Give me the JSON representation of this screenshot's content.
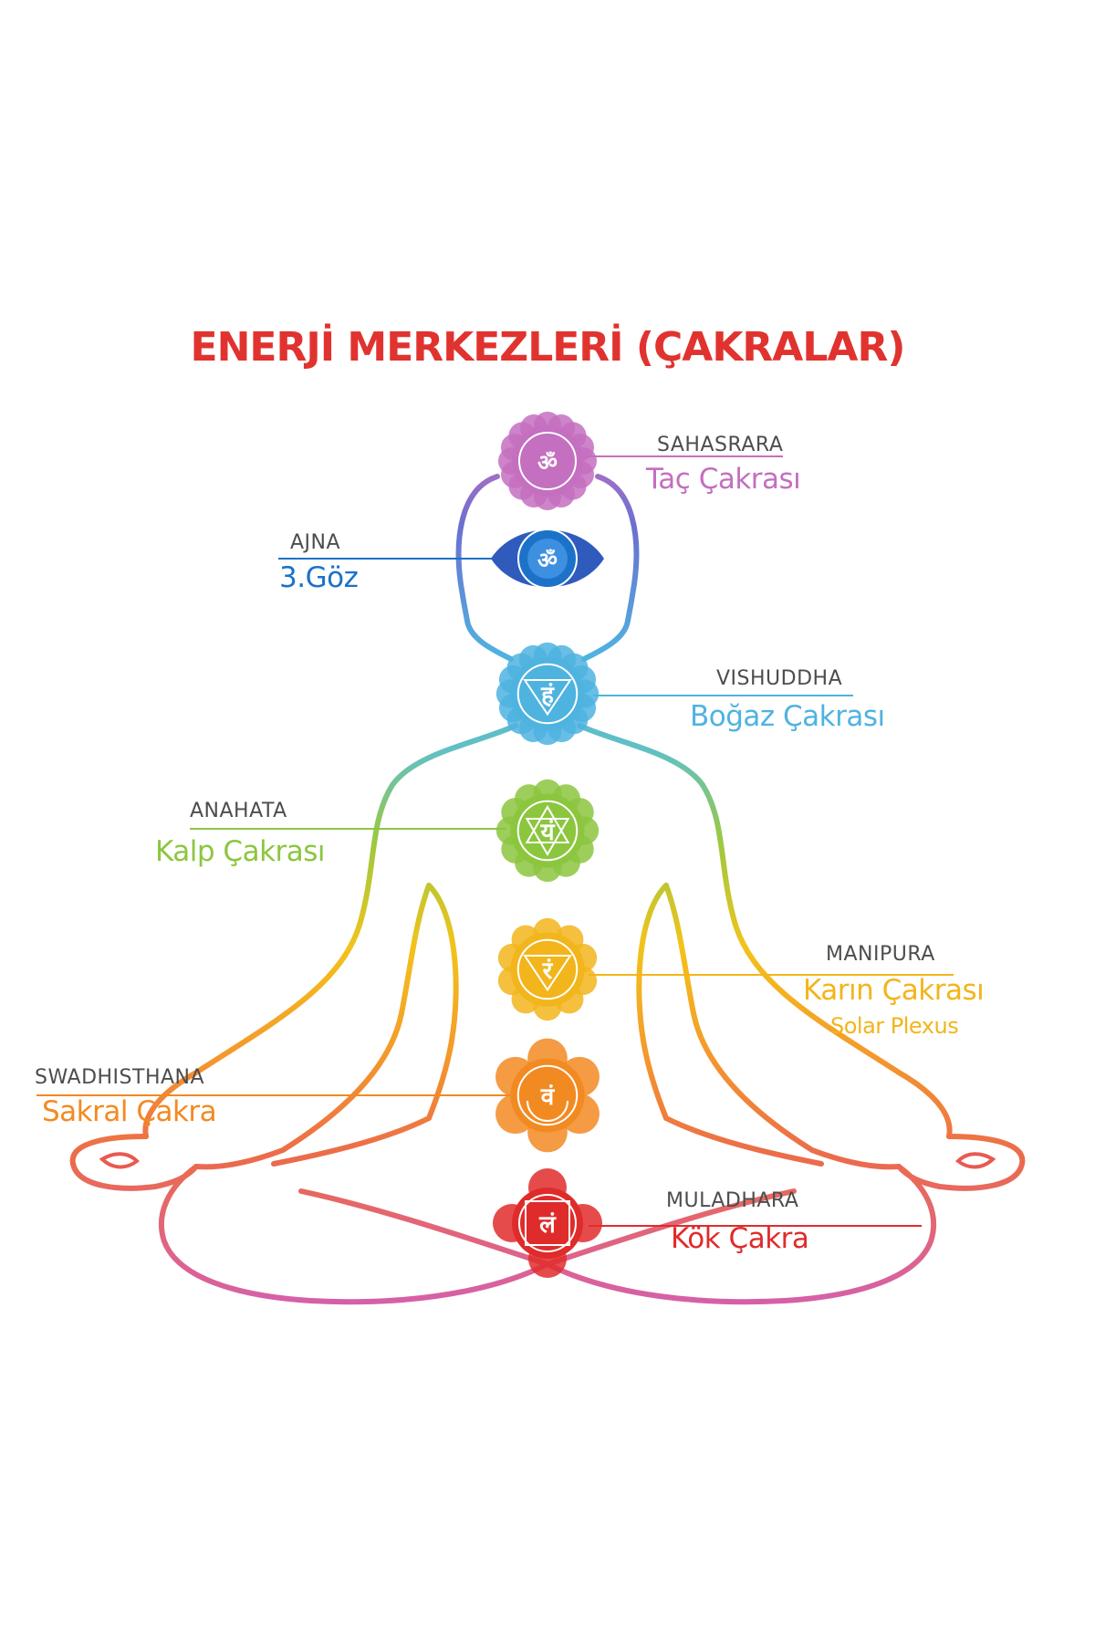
{
  "title": "ENERJİ MERKEZLERİ (ÇAKRALAR)",
  "colors": {
    "title": "#e0332f",
    "crown": "#c46fbf",
    "third_eye": "#1b72c8",
    "throat": "#4fb3e0",
    "heart": "#8cc63f",
    "solar": "#f2b51b",
    "sacral": "#f28a22",
    "root": "#e02b2b"
  },
  "chakras": [
    {
      "key": "crown",
      "sanskrit": "SAHASRARA",
      "name": "Taç Çakrası"
    },
    {
      "key": "third_eye",
      "sanskrit": "AJNA",
      "name": "3.Göz"
    },
    {
      "key": "throat",
      "sanskrit": "VISHUDDHA",
      "name": "Boğaz Çakrası"
    },
    {
      "key": "heart",
      "sanskrit": "ANAHATA",
      "name": "Kalp Çakrası"
    },
    {
      "key": "solar",
      "sanskrit": "MANIPURA",
      "name": "Karın Çakrası",
      "subtitle": "Solar Plexus"
    },
    {
      "key": "sacral",
      "sanskrit": "SWADHISTHANA",
      "name": "Sakral Çakra"
    },
    {
      "key": "root",
      "sanskrit": "MULADHARA",
      "name": "Kök Çakra"
    }
  ]
}
